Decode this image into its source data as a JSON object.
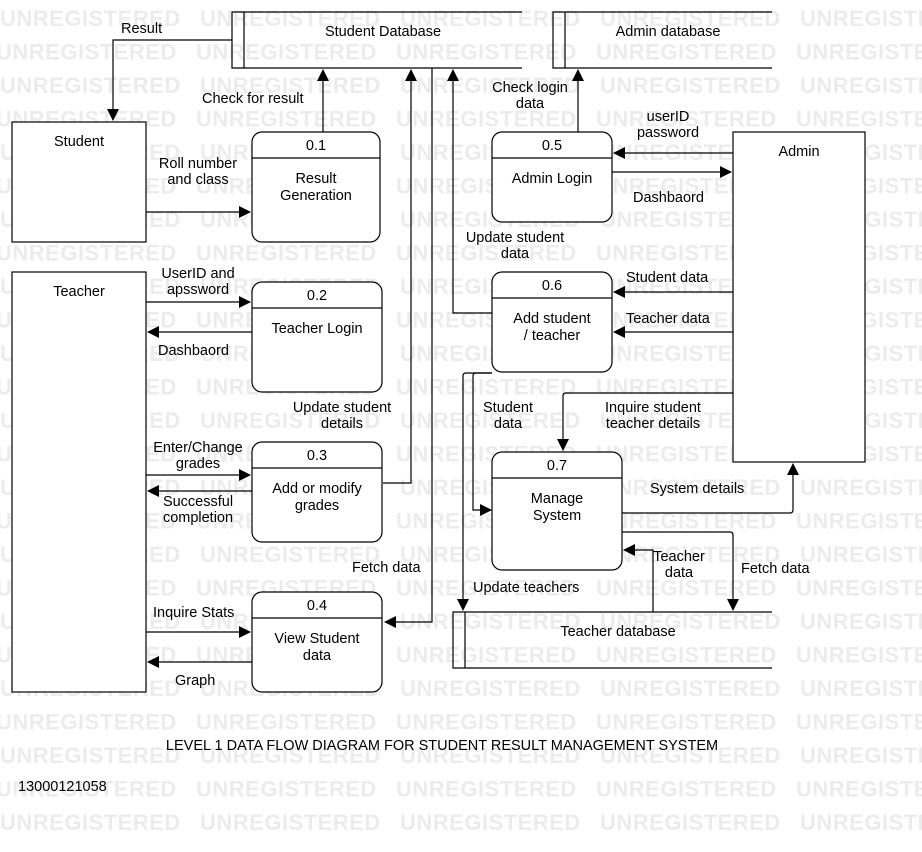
{
  "watermark": "UNREGISTERED",
  "entities": {
    "student": "Student",
    "teacher": "Teacher",
    "admin": "Admin"
  },
  "stores": {
    "student_db": "Student Database",
    "admin_db": "Admin database",
    "teacher_db": "Teacher database"
  },
  "processes": [
    {
      "id": "0.1",
      "name_lines": [
        "Result",
        "Generation"
      ]
    },
    {
      "id": "0.2",
      "name_lines": [
        "Teacher Login"
      ]
    },
    {
      "id": "0.3",
      "name_lines": [
        "Add or modify",
        "grades"
      ]
    },
    {
      "id": "0.4",
      "name_lines": [
        "View Student",
        "data"
      ]
    },
    {
      "id": "0.5",
      "name_lines": [
        "Admin Login"
      ]
    },
    {
      "id": "0.6",
      "name_lines": [
        "Add student",
        "/ teacher"
      ]
    },
    {
      "id": "0.7",
      "name_lines": [
        "Manage",
        "System"
      ]
    }
  ],
  "flows": {
    "result": [
      "Result"
    ],
    "check_for_result": [
      "Check for result"
    ],
    "roll_number": [
      "Roll number",
      "and class"
    ],
    "userid_apssword": [
      "UserID and",
      "apssword"
    ],
    "dashbaord_teacher": [
      "Dashbaord"
    ],
    "update_student_details": [
      "Update student",
      "details"
    ],
    "enter_change_grades": [
      "Enter/Change",
      "grades"
    ],
    "successful_completion": [
      "Successful",
      "completion"
    ],
    "fetch_data_left": [
      "Fetch data"
    ],
    "inquire_stats": [
      "Inquire Stats"
    ],
    "graph": [
      "Graph"
    ],
    "check_login_data": [
      "Check login",
      "data"
    ],
    "userid_password": [
      "userID",
      "password"
    ],
    "dashbaord_admin": [
      "Dashbaord"
    ],
    "update_student_data": [
      "Update student",
      "data"
    ],
    "student_data_admin": [
      "Student data"
    ],
    "teacher_data_admin": [
      "Teacher data"
    ],
    "student_data_left": [
      "Student",
      "data"
    ],
    "inquire_student_teacher": [
      "Inquire student",
      "teacher details"
    ],
    "system_details": [
      "System details"
    ],
    "teacher_data_db": [
      "Teacher",
      "data"
    ],
    "fetch_data_right": [
      "Fetch data"
    ],
    "update_teachers": [
      "Update teachers"
    ]
  },
  "caption": "LEVEL 1 DATA FLOW DIAGRAM FOR STUDENT RESULT MANAGEMENT SYSTEM",
  "doc_id": "13000121058"
}
